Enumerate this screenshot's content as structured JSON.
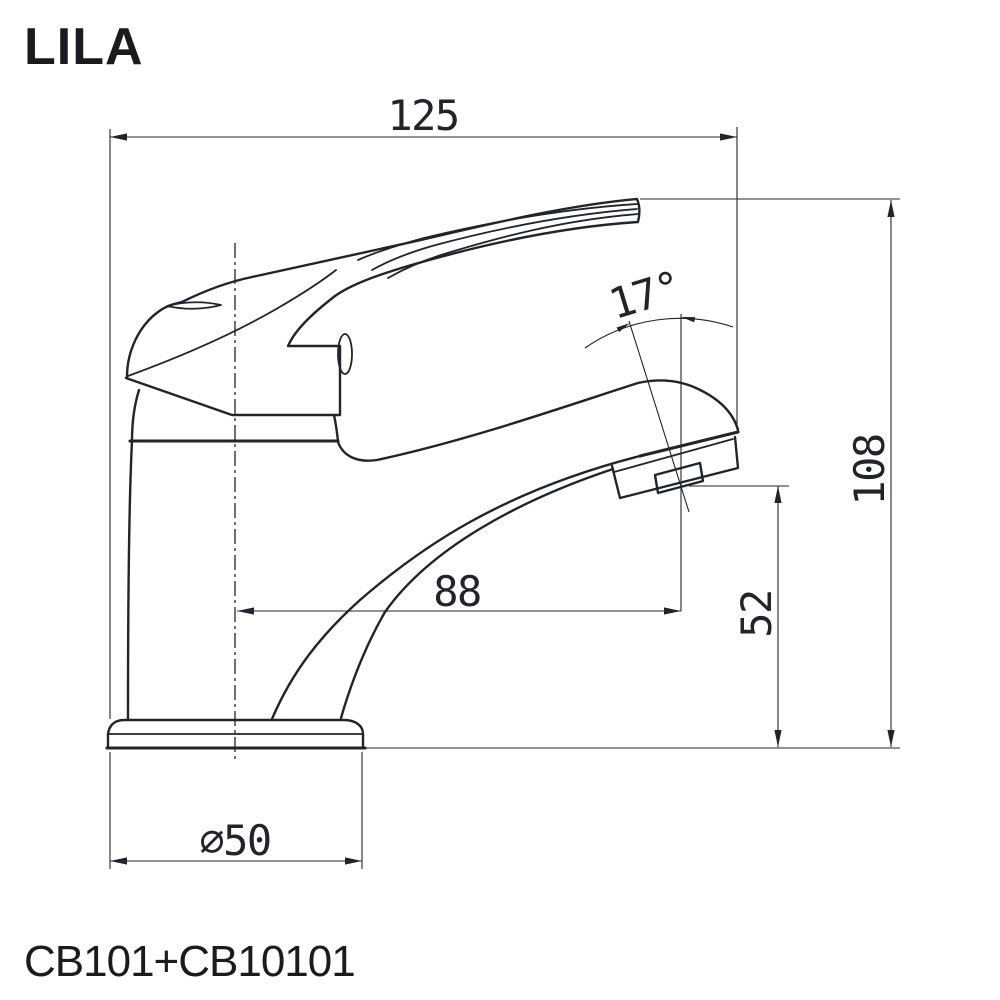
{
  "title": "LILA",
  "product_code": "CB101+CB10101",
  "colors": {
    "line_color": "#23232e",
    "background": "#ffffff"
  },
  "dimensions": {
    "overall_length": {
      "label": "125"
    },
    "overall_height": {
      "label": "108"
    },
    "spout_reach": {
      "label": "88"
    },
    "outlet_height": {
      "label": "52"
    },
    "base_diameter": {
      "label": "⌀50"
    },
    "outlet_angle": {
      "label": "17°"
    }
  }
}
